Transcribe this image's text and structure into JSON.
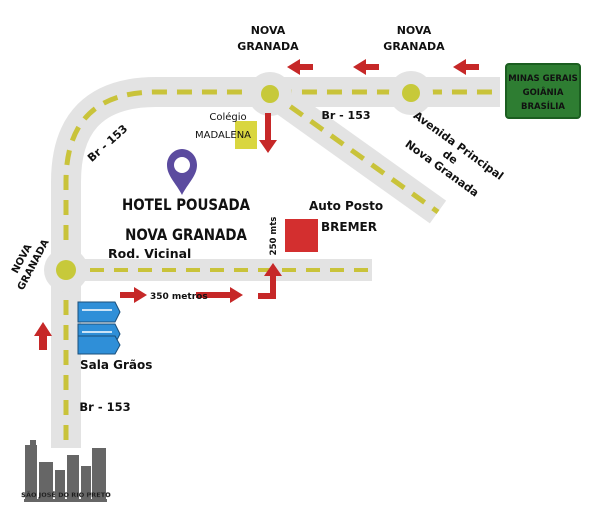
{
  "map": {
    "colors": {
      "road": "#e3e3e3",
      "dash": "#c9c33a",
      "node": "#c7c93a",
      "arrow": "#c62828",
      "pin": "#5b4b9f",
      "school": "#d9d63f",
      "station": "#d32f2f",
      "building": "#2f8fd8",
      "sign_bg": "#2e7d32",
      "city": "#666666"
    },
    "labels": {
      "nova_granada_top_left": [
        "NOVA",
        "GRANADA"
      ],
      "nova_granada_top_right": [
        "NOVA",
        "GRANADA"
      ],
      "nova_granada_left": [
        "NOVA",
        "GRANADA"
      ],
      "br153_top": "Br - 153",
      "br153_curve": "Br - 153",
      "br153_bottom": "Br - 153",
      "colegio": [
        "Colégio",
        "MADALENA"
      ],
      "hotel": [
        "HOTEL POUSADA",
        "NOVA GRANADA"
      ],
      "rod_vicinal": "Rod. Vicinal",
      "auto_posto": [
        "Auto Posto",
        "BREMER"
      ],
      "distance_250": "250 mts",
      "distance_350": "350 metros",
      "sala_graos": "Sala Grãos",
      "avenida": [
        "Avenida Principal",
        "de",
        "Nova Granada"
      ],
      "sign": [
        "MINAS GERAIS",
        "GOIÂNIA",
        "BRASÍLIA"
      ],
      "city_logo": "SÃO JOSÉ DO RIO PRETO"
    },
    "icons": {
      "pin": "map-pin-icon",
      "school": "school-icon",
      "station": "gas-station-icon",
      "warehouse": "warehouse-icon",
      "city": "city-skyline-icon",
      "arrow": "direction-arrow-icon"
    }
  }
}
